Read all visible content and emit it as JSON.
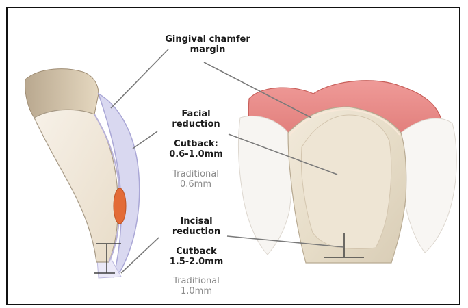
{
  "labels": {
    "gingival_margin": {
      "line1": "Gingival chamfer",
      "line2": "margin"
    },
    "facial": {
      "title_line1": "Facial",
      "title_line2": "reduction",
      "cutback_line1": "Cutback:",
      "cutback_line2": "0.6-1.0mm",
      "traditional_line1": "Traditional",
      "traditional_line2": "0.6mm"
    },
    "incisal": {
      "title_line1": "Incisal",
      "title_line2": "reduction",
      "cutback_line1": "Cutback",
      "cutback_line2": "1.5-2.0mm",
      "traditional_line1": "Traditional",
      "traditional_line2": "1.0mm"
    }
  },
  "colors": {
    "border": "#111111",
    "tooth_enamel": "#f3e8d8",
    "tooth_shadow": "#d9ccb8",
    "prep_surface": "#ece4d3",
    "gingiva": "#e48b86",
    "facial_layer": "#d9d8f0",
    "incisal_layer": "#ebe9f8",
    "pulp_marker": "#e36b37"
  }
}
